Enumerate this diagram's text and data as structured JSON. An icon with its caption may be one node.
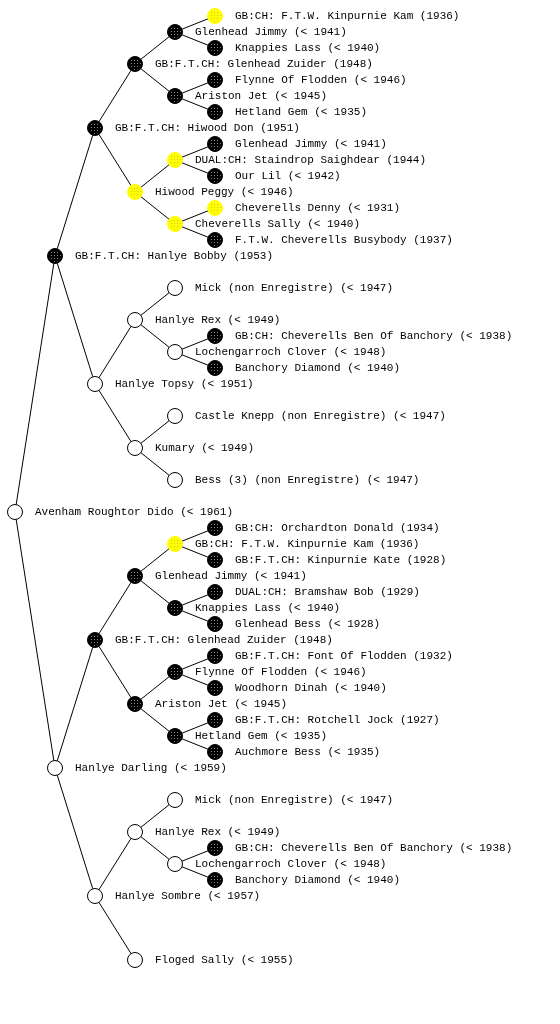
{
  "diagram": {
    "nodes": [
      {
        "text": [
          "GB:CH: F.T.W. Kinpurnie Kam (1936)"
        ]
      },
      {
        "text": [
          "Glenhead Jimmy (< 1941)"
        ]
      },
      {
        "text": [
          "Knappies Lass (< 1940)"
        ]
      },
      {
        "text": [
          "GB:F.T.CH: Glenhead Zuider (1948)"
        ]
      },
      {
        "text": [
          "Flynne Of Flodden (< 1946)"
        ]
      },
      {
        "text": [
          "Ariston Jet (< 1945)"
        ]
      },
      {
        "text": [
          "Hetland Gem (< 1935)"
        ]
      },
      {
        "text": [
          "GB:F.T.CH: Hiwood Don (1951)"
        ]
      },
      {
        "text": [
          "Glenhead Jimmy (< 1941)"
        ]
      },
      {
        "text": [
          "DUAL:CH: Staindrop Saighdear (1944)"
        ]
      },
      {
        "text": [
          "Our Lil (< 1942)"
        ]
      },
      {
        "text": [
          "Hiwood Peggy (< 1946)"
        ]
      },
      {
        "text": [
          "Cheverells Denny (< 1931)"
        ]
      },
      {
        "text": [
          "Cheverells Sally (< 1940)"
        ]
      },
      {
        "text": [
          "F.T.W. Cheverells Busybody (1937)"
        ]
      },
      {
        "text": [
          "GB:F.T.CH: Hanlye Bobby (1953)"
        ]
      },
      {
        "text": [
          "Mick (non Enregistre) (< 1947)"
        ]
      },
      {
        "text": [
          "Hanlye Rex (< 1949)"
        ]
      },
      {
        "text": [
          "GB:CH: Cheverells Ben Of Banchory (< 1938)"
        ]
      },
      {
        "text": [
          "Lochengarroch Clover (< 1948)"
        ]
      },
      {
        "text": [
          "Banchory Diamond (< 1940)"
        ]
      },
      {
        "text": [
          "Hanlye Topsy (< 1951)"
        ]
      },
      {
        "text": [
          "Castle Knepp (non Enregistre) (< 1947)"
        ]
      },
      {
        "text": [
          "Kumary (< 1949)"
        ]
      },
      {
        "text": [
          "Bess (3) (non Enregistre) (< 1947)"
        ]
      },
      {
        "text": [
          "Avenham Roughtor Dido (< 1961)"
        ]
      },
      {
        "text": [
          "GB:CH: Orchardton Donald (1934)"
        ]
      },
      {
        "text": [
          "GB:CH: F.T.W. Kinpurnie Kam (1936)"
        ]
      },
      {
        "text": [
          "GB:F.T.CH: Kinpurnie Kate (1928)"
        ]
      },
      {
        "text": [
          "Glenhead Jimmy (< 1941)"
        ]
      },
      {
        "text": [
          "DUAL:CH: Bramshaw Bob (1929)"
        ]
      },
      {
        "text": [
          "Knappies Lass (< 1940)"
        ]
      },
      {
        "text": [
          "Glenhead Bess (< 1928)"
        ]
      },
      {
        "text": [
          "GB:F.T.CH: Glenhead Zuider (1948)"
        ]
      },
      {
        "text": [
          "GB:F.T.CH: Font Of Flodden (1932)"
        ]
      },
      {
        "text": [
          "Flynne Of Flodden (< 1946)"
        ]
      },
      {
        "text": [
          "Woodhorn Dinah (< 1940)"
        ]
      },
      {
        "text": [
          "Ariston Jet (< 1945)"
        ]
      },
      {
        "text": [
          "GB:F.T.CH: Rotchell Jock (1927)"
        ]
      },
      {
        "text": [
          "Hetland Gem (< 1935)"
        ]
      },
      {
        "text": [
          "Auchmore Bess (< 1935)"
        ]
      },
      {
        "text": [
          "Hanlye Darling (< 1959)"
        ]
      },
      {
        "text": [
          "Mick (non Enregistre) (< 1947)"
        ]
      },
      {
        "text": [
          "Hanlye Rex (< 1949)"
        ]
      },
      {
        "text": [
          "GB:CH: Cheverells Ben Of Banchory (< 1938)"
        ]
      },
      {
        "text": [
          "Lochengarroch Clover (< 1948)"
        ]
      },
      {
        "text": [
          "Banchory Diamond (< 1940)"
        ]
      },
      {
        "text": [
          "Hanlye Sombre (< 1957)"
        ]
      },
      {
        "text": [
          "Floged Sally (< 1955)"
        ]
      }
    ],
    "edges": [
      {
        "from": 1,
        "to": 0,
        "arrow": "none"
      },
      {
        "from": 3,
        "to": 1,
        "arrow": "none"
      },
      {
        "from": 1,
        "to": 2,
        "arrow": "none"
      },
      {
        "from": 7,
        "to": 3,
        "arrow": "none"
      },
      {
        "from": 5,
        "to": 4,
        "arrow": "none"
      },
      {
        "from": 3,
        "to": 5,
        "arrow": "none"
      },
      {
        "from": 5,
        "to": 6,
        "arrow": "none"
      },
      {
        "from": 15,
        "to": 7,
        "arrow": "none"
      },
      {
        "from": 9,
        "to": 8,
        "arrow": "none"
      },
      {
        "from": 11,
        "to": 9,
        "arrow": "none"
      },
      {
        "from": 9,
        "to": 10,
        "arrow": "none"
      },
      {
        "from": 7,
        "to": 11,
        "arrow": "none"
      },
      {
        "from": 13,
        "to": 12,
        "arrow": "none"
      },
      {
        "from": 11,
        "to": 13,
        "arrow": "none"
      },
      {
        "from": 13,
        "to": 14,
        "arrow": "none"
      },
      {
        "from": 25,
        "to": 15,
        "arrow": "none"
      },
      {
        "from": 17,
        "to": 16,
        "arrow": "none"
      },
      {
        "from": 21,
        "to": 17,
        "arrow": "none"
      },
      {
        "from": 19,
        "to": 18,
        "arrow": "none"
      },
      {
        "from": 17,
        "to": 19,
        "arrow": "none"
      },
      {
        "from": 19,
        "to": 20,
        "arrow": "none"
      },
      {
        "from": 15,
        "to": 21,
        "arrow": "none"
      },
      {
        "from": 23,
        "to": 22,
        "arrow": "none"
      },
      {
        "from": 21,
        "to": 23,
        "arrow": "none"
      },
      {
        "from": 23,
        "to": 24,
        "arrow": "none"
      },
      {
        "from": 27,
        "to": 26,
        "arrow": "none"
      },
      {
        "from": 29,
        "to": 27,
        "arrow": "none"
      },
      {
        "from": 27,
        "to": 28,
        "arrow": "none"
      },
      {
        "from": 33,
        "to": 29,
        "arrow": "none"
      },
      {
        "from": 31,
        "to": 30,
        "arrow": "none"
      },
      {
        "from": 29,
        "to": 31,
        "arrow": "none"
      },
      {
        "from": 31,
        "to": 32,
        "arrow": "none"
      },
      {
        "from": 41,
        "to": 33,
        "arrow": "none"
      },
      {
        "from": 35,
        "to": 34,
        "arrow": "none"
      },
      {
        "from": 37,
        "to": 35,
        "arrow": "none"
      },
      {
        "from": 35,
        "to": 36,
        "arrow": "none"
      },
      {
        "from": 33,
        "to": 37,
        "arrow": "none"
      },
      {
        "from": 39,
        "to": 38,
        "arrow": "none"
      },
      {
        "from": 37,
        "to": 39,
        "arrow": "none"
      },
      {
        "from": 39,
        "to": 40,
        "arrow": "none"
      },
      {
        "from": 25,
        "to": 41,
        "arrow": "none"
      },
      {
        "from": 43,
        "to": 42,
        "arrow": "none"
      },
      {
        "from": 47,
        "to": 43,
        "arrow": "none"
      },
      {
        "from": 45,
        "to": 44,
        "arrow": "none"
      },
      {
        "from": 43,
        "to": 45,
        "arrow": "none"
      },
      {
        "from": 45,
        "to": 46,
        "arrow": "none"
      },
      {
        "from": 41,
        "to": 47,
        "arrow": "none"
      },
      {
        "from": 47,
        "to": 48,
        "arrow": "none"
      }
    ]
  }
}
